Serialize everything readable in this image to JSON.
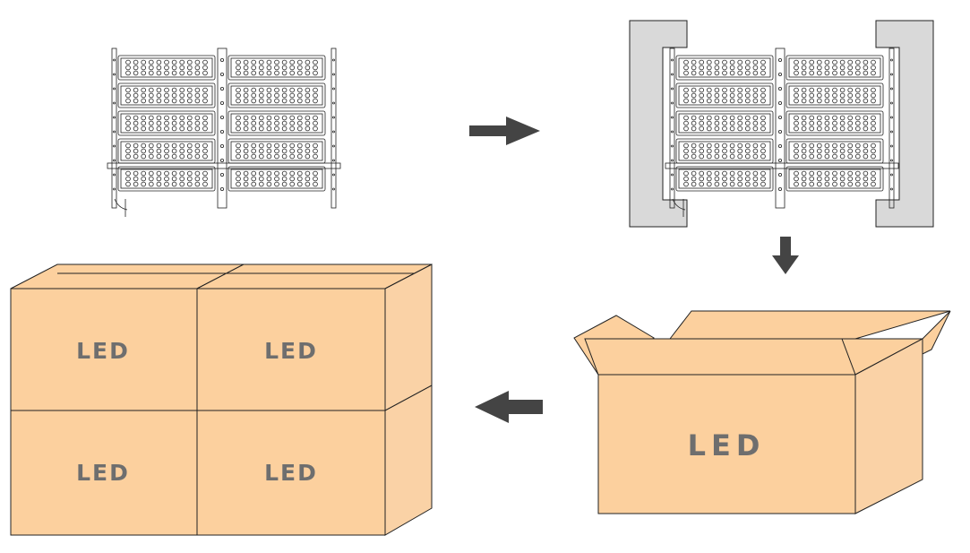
{
  "colors": {
    "carton": "#fcd09e",
    "carton_side": "#fad2a6",
    "outline": "#222222",
    "label": "#6e6e6e",
    "foam": "#d9d9d9",
    "arrow": "#444444"
  },
  "fixture": {
    "modules_per_column": 5,
    "columns": 2,
    "led_rows_per_module": 3,
    "leds_per_row": 11
  },
  "steps": [
    {
      "name": "bare-fixture"
    },
    {
      "name": "fixture-in-foam-end-caps"
    },
    {
      "name": "single-open-carton",
      "label": "LED"
    },
    {
      "name": "stacked-cartons",
      "labels": [
        "LED",
        "LED",
        "LED",
        "LED"
      ]
    }
  ],
  "arrows": [
    "right-arrow",
    "down-arrow",
    "left-arrow"
  ]
}
